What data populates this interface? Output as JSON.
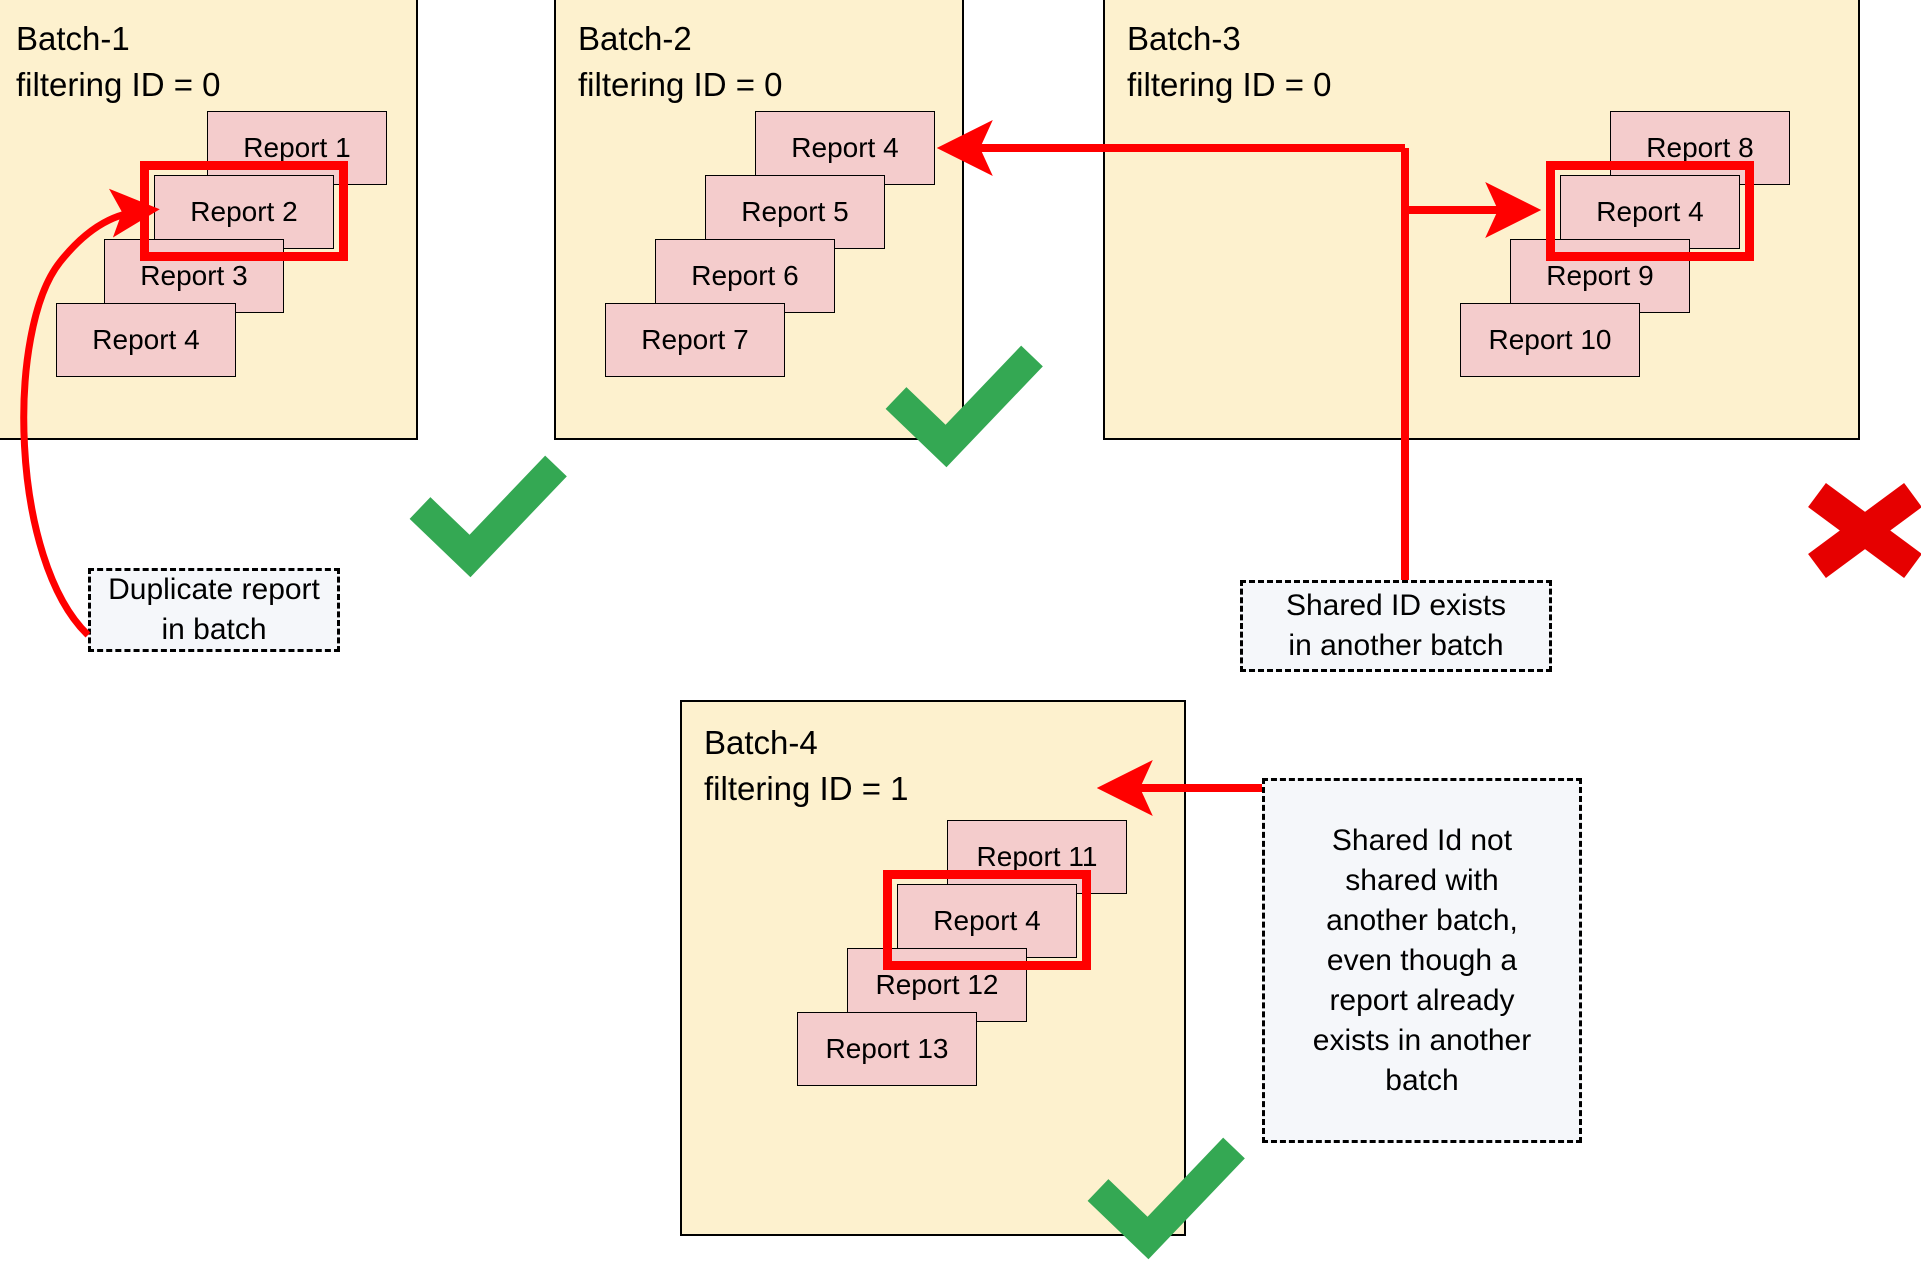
{
  "diagram": {
    "title_note": "Batch filtering-ID duplication diagram",
    "colors": {
      "batch_fill": "#fdf1ce",
      "batch_border": "#000000",
      "report_fill": "#f4cccc",
      "report_border": "#000000",
      "highlight": "#ff0000",
      "arrow": "#ff0000",
      "check": "#34a853",
      "cross": "#e60000",
      "callout_fill": "#f5f7fa"
    }
  },
  "batches": [
    {
      "id": "batch-1",
      "name": "Batch-1",
      "filter_label": "filtering ID = 0",
      "status": "valid",
      "status_icon": "check-icon",
      "reports": [
        {
          "label": "Report 1",
          "highlighted": false
        },
        {
          "label": "Report 2",
          "highlighted": true
        },
        {
          "label": "Report 3",
          "highlighted": false
        },
        {
          "label": "Report 4",
          "highlighted": false
        }
      ]
    },
    {
      "id": "batch-2",
      "name": "Batch-2",
      "filter_label": "filtering ID = 0",
      "status": "valid",
      "status_icon": "check-icon",
      "reports": [
        {
          "label": "Report 4",
          "highlighted": false
        },
        {
          "label": "Report 5",
          "highlighted": false
        },
        {
          "label": "Report 6",
          "highlighted": false
        },
        {
          "label": "Report 7",
          "highlighted": false
        }
      ]
    },
    {
      "id": "batch-3",
      "name": "Batch-3",
      "filter_label": "filtering ID = 0",
      "status": "invalid",
      "status_icon": "cross-icon",
      "reports": [
        {
          "label": "Report 8",
          "highlighted": false
        },
        {
          "label": "Report 4",
          "highlighted": true
        },
        {
          "label": "Report 9",
          "highlighted": false
        },
        {
          "label": "Report 10",
          "highlighted": false
        }
      ]
    },
    {
      "id": "batch-4",
      "name": "Batch-4",
      "filter_label": "filtering ID = 1",
      "status": "valid",
      "status_icon": "check-icon",
      "reports": [
        {
          "label": "Report 11",
          "highlighted": false
        },
        {
          "label": "Report 4",
          "highlighted": true
        },
        {
          "label": "Report 12",
          "highlighted": false
        },
        {
          "label": "Report 13",
          "highlighted": false
        }
      ]
    }
  ],
  "callouts": [
    {
      "id": "callout-duplicate",
      "text": "Duplicate report\nin batch"
    },
    {
      "id": "callout-shared-id-exists",
      "text": "Shared ID exists\nin another batch"
    },
    {
      "id": "callout-shared-id-not-shared",
      "text": "Shared Id not\nshared with\nanother batch,\neven though a\nreport already\nexists in another\nbatch"
    }
  ],
  "annotations": {
    "arrow_duplicate": "curved-arrow-icon",
    "arrow_batch2_report4": "left-arrow-icon",
    "arrow_batch3_report4": "right-arrow-icon",
    "arrow_batch4_report4": "left-arrow-icon"
  }
}
